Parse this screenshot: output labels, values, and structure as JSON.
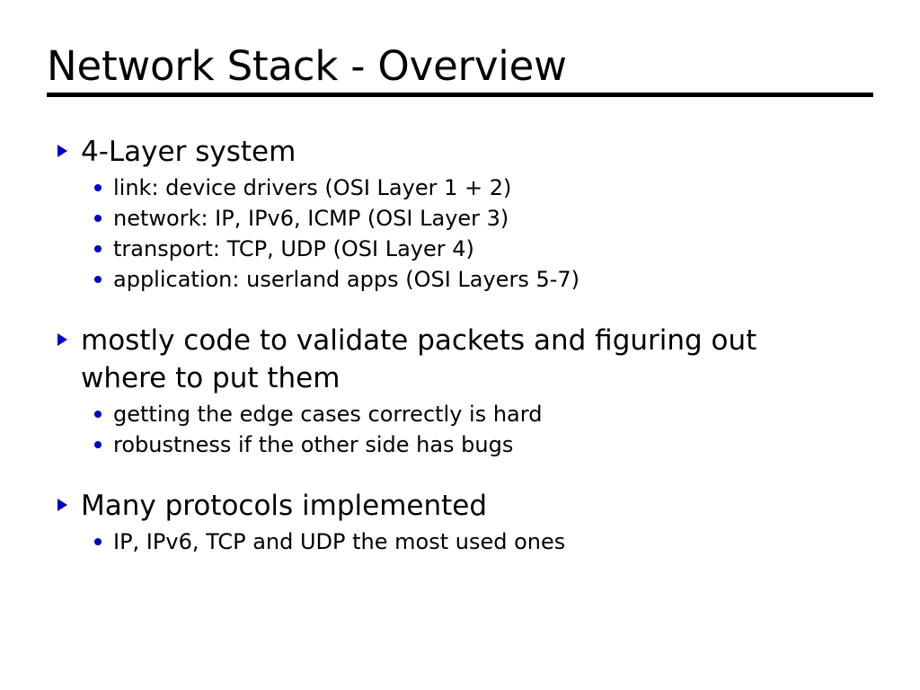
{
  "slide": {
    "title": "Network Stack - Overview",
    "background_color": "#ffffff",
    "text_color": "#000000",
    "bullet_color": "#0000CC",
    "rule_color": "#000000",
    "bullet_l1_icon": "blue-triangle-bullet",
    "bullet_l2_icon": "blue-dot-bullet"
  },
  "content": {
    "groups": [
      {
        "heading": "4-Layer system",
        "items": [
          "link: device drivers (OSI Layer 1 + 2)",
          "network: IP, IPv6, ICMP (OSI Layer 3)",
          "transport: TCP, UDP (OSI Layer 4)",
          "application: userland apps (OSI Layers 5-7)"
        ]
      },
      {
        "heading": "mostly code to validate packets and figuring out where to put them",
        "items": [
          "getting the edge cases correctly is hard",
          "robustness if the other side has bugs"
        ]
      },
      {
        "heading": "Many protocols implemented",
        "items": [
          "IP, IPv6, TCP and UDP the most used ones"
        ]
      }
    ]
  }
}
